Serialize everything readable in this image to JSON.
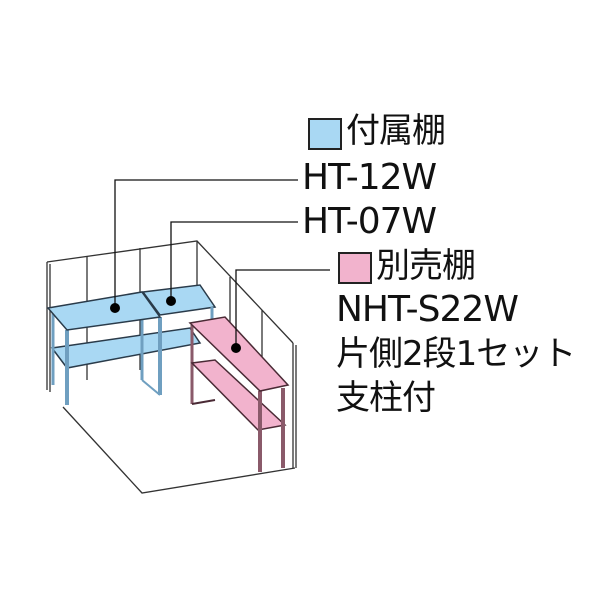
{
  "legend": {
    "included": {
      "label": "付属棚",
      "color": "#a9d8f3"
    },
    "sold_separately": {
      "label": "別売棚",
      "color": "#f2b3cd"
    }
  },
  "callouts": {
    "shelf_1": "HT-12W",
    "shelf_2": "HT-07W",
    "optional_model": "NHT-S22W",
    "optional_desc_1": "片側2段1セット",
    "optional_desc_2": "支柱付"
  }
}
